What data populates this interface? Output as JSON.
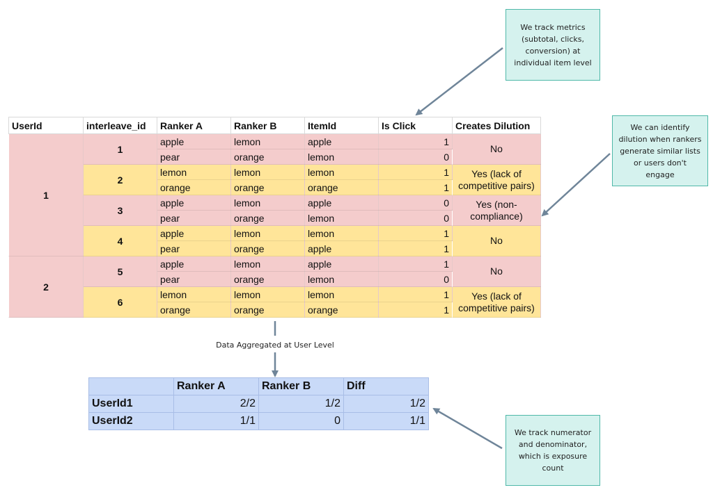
{
  "main_table": {
    "headers": [
      "UserId",
      "interleave_id",
      "Ranker A",
      "Ranker B",
      "ItemId",
      "Is Click",
      "Creates Dilution"
    ],
    "rows": [
      {
        "user": "1",
        "interleave": "1",
        "a": "apple",
        "b": "lemon",
        "item": "apple",
        "click": "1",
        "dilution": "No",
        "color": "pink"
      },
      {
        "a": "pear",
        "b": "orange",
        "item": "lemon",
        "click": "0",
        "color": "pink"
      },
      {
        "interleave": "2",
        "a": "lemon",
        "b": "lemon",
        "item": "lemon",
        "click": "1",
        "dilution": "Yes (lack of competitive pairs)",
        "color": "yellow"
      },
      {
        "a": "orange",
        "b": "orange",
        "item": "orange",
        "click": "1",
        "color": "yellow"
      },
      {
        "interleave": "3",
        "a": "apple",
        "b": "lemon",
        "item": "apple",
        "click": "0",
        "dilution": "Yes (non-compliance)",
        "color": "pink"
      },
      {
        "a": "pear",
        "b": "orange",
        "item": "lemon",
        "click": "0",
        "color": "pink"
      },
      {
        "interleave": "4",
        "a": "apple",
        "b": "lemon",
        "item": "lemon",
        "click": "1",
        "dilution": "No",
        "color": "yellow"
      },
      {
        "a": "pear",
        "b": "orange",
        "item": "apple",
        "click": "1",
        "color": "yellow"
      },
      {
        "user": "2",
        "interleave": "5",
        "a": "apple",
        "b": "lemon",
        "item": "apple",
        "click": "1",
        "dilution": "No",
        "color": "pink"
      },
      {
        "a": "pear",
        "b": "orange",
        "item": "lemon",
        "click": "0",
        "color": "pink"
      },
      {
        "interleave": "6",
        "a": "lemon",
        "b": "lemon",
        "item": "lemon",
        "click": "1",
        "dilution": "Yes (lack of competitive pairs)",
        "color": "yellow"
      },
      {
        "a": "orange",
        "b": "orange",
        "item": "orange",
        "click": "1",
        "color": "yellow"
      }
    ]
  },
  "summary_table": {
    "headers": [
      "",
      "Ranker A",
      "Ranker B",
      "Diff"
    ],
    "rows": [
      {
        "label": "UserId1",
        "a": "2/2",
        "b": "1/2",
        "diff": "1/2"
      },
      {
        "label": "UserId2",
        "a": "1/1",
        "b": "0",
        "diff": "1/1"
      }
    ]
  },
  "aggregation_label": "Data Aggregated at User Level",
  "notes": {
    "metrics": "We track metrics (subtotal, clicks, conversion) at individual item level",
    "dilution": "We can identify dilution when rankers generate similar lists or users don't engage",
    "numerator": "We track numerator and denominator, which is exposure count"
  },
  "colors": {
    "pink": "#f4cccc",
    "yellow": "#ffe599",
    "summary_blue": "#c9daf8",
    "note_fill": "#d5f2ee",
    "note_border": "#4fb8a8",
    "arrow": "#6f8599"
  }
}
